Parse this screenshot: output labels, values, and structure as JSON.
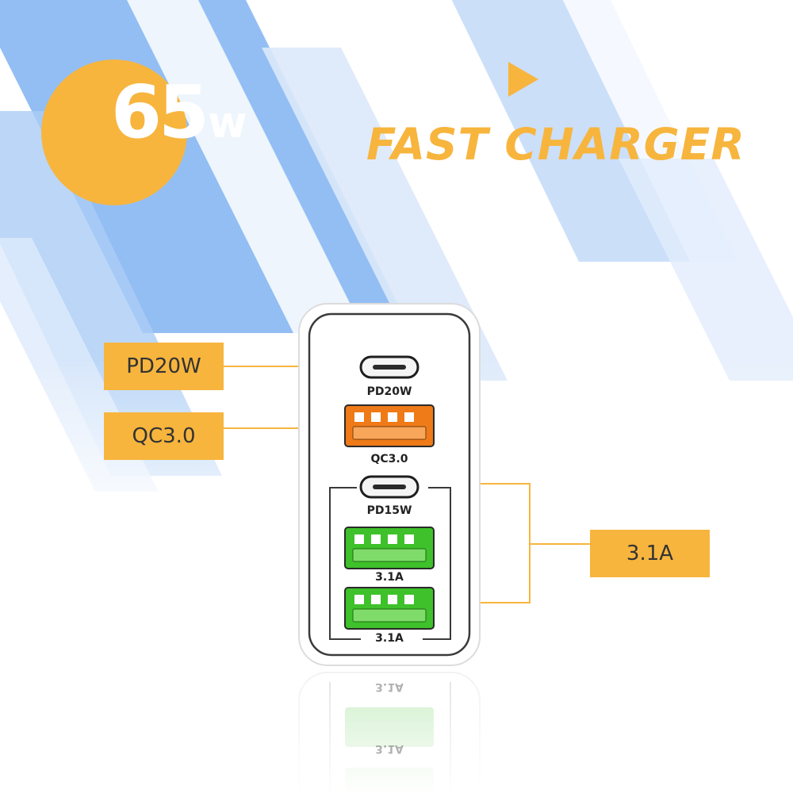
{
  "headline": {
    "wattage_number": "65",
    "wattage_unit": "w",
    "title": "FAST CHARGER"
  },
  "callouts": {
    "pd20w": "PD20W",
    "qc30": "QC3.0",
    "amps": "3.1A"
  },
  "ports": [
    {
      "label": "PD20W",
      "type": "usb-c"
    },
    {
      "label": "QC3.0",
      "type": "usb-a",
      "color": "#ef7a18"
    },
    {
      "label": "PD15W",
      "type": "usb-c"
    },
    {
      "label": "3.1A",
      "type": "usb-a",
      "color": "#3ec12a"
    },
    {
      "label": "3.1A",
      "type": "usb-a",
      "color": "#3ec12a"
    }
  ],
  "reflection": {
    "label_1": "3.1A",
    "label_2": "3.1A"
  },
  "colors": {
    "accent": "#f7b53e",
    "sky": "#6fa8ef",
    "text": "#333333"
  }
}
